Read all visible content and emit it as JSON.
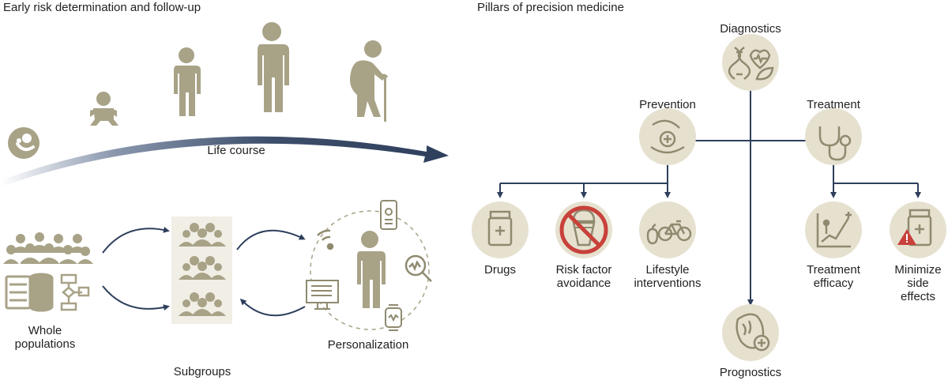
{
  "left_panel": {
    "heading": "Early risk determination and follow-up",
    "life_course_label": "Life course",
    "whole_populations_line1": "Whole",
    "whole_populations_line2": "populations",
    "subgroups_label": "Subgroups",
    "personalization_label": "Personalization"
  },
  "right_panel": {
    "heading": "Pillars of precision medicine",
    "diagnostics": "Diagnostics",
    "prevention": "Prevention",
    "treatment": "Treatment",
    "prognostics": "Prognostics",
    "drugs": "Drugs",
    "risk_factor_line1": "Risk factor",
    "risk_factor_line2": "avoidance",
    "lifestyle_line1": "Lifestyle",
    "lifestyle_line2": "interventions",
    "efficacy_line1": "Treatment",
    "efficacy_line2": "efficacy",
    "side_effects_line1": "Minimize",
    "side_effects_line2": "side",
    "side_effects_line3": "effects"
  },
  "colors": {
    "figure": "#a8a287",
    "circle_bg": "#e6e1cf",
    "icon_line": "#8f8a6f",
    "arrow_navy": "#2e3f5c",
    "panel_bg": "#f1eee6",
    "warn_red": "#c8413b"
  }
}
